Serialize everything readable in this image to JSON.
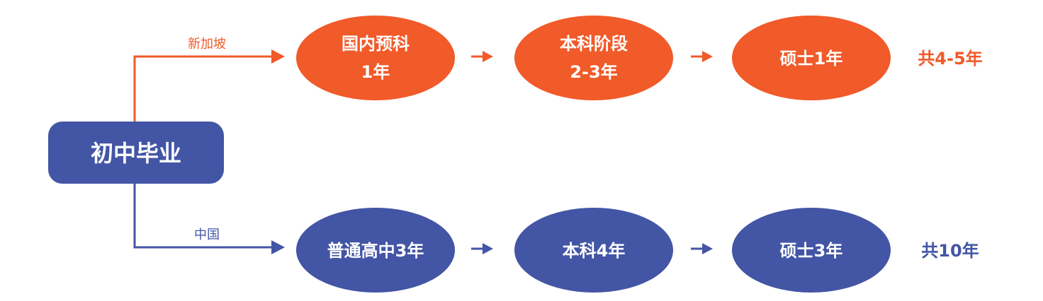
{
  "colors": {
    "orange": "#f15a29",
    "blue": "#4355a5",
    "white": "#ffffff"
  },
  "origin": {
    "label": "初中毕业"
  },
  "paths": [
    {
      "id": "singapore",
      "route_label": "新加坡",
      "color": "orange",
      "stages": [
        {
          "lines": [
            "国内预科",
            "1年"
          ]
        },
        {
          "lines": [
            "本科阶段",
            "2-3年"
          ]
        },
        {
          "lines": [
            "硕士1年"
          ]
        }
      ],
      "total": "共4-5年"
    },
    {
      "id": "china",
      "route_label": "中国",
      "color": "blue",
      "stages": [
        {
          "lines": [
            "普通高中3年"
          ]
        },
        {
          "lines": [
            "本科4年"
          ]
        },
        {
          "lines": [
            "硕士3年"
          ]
        }
      ],
      "total": "共10年"
    }
  ]
}
